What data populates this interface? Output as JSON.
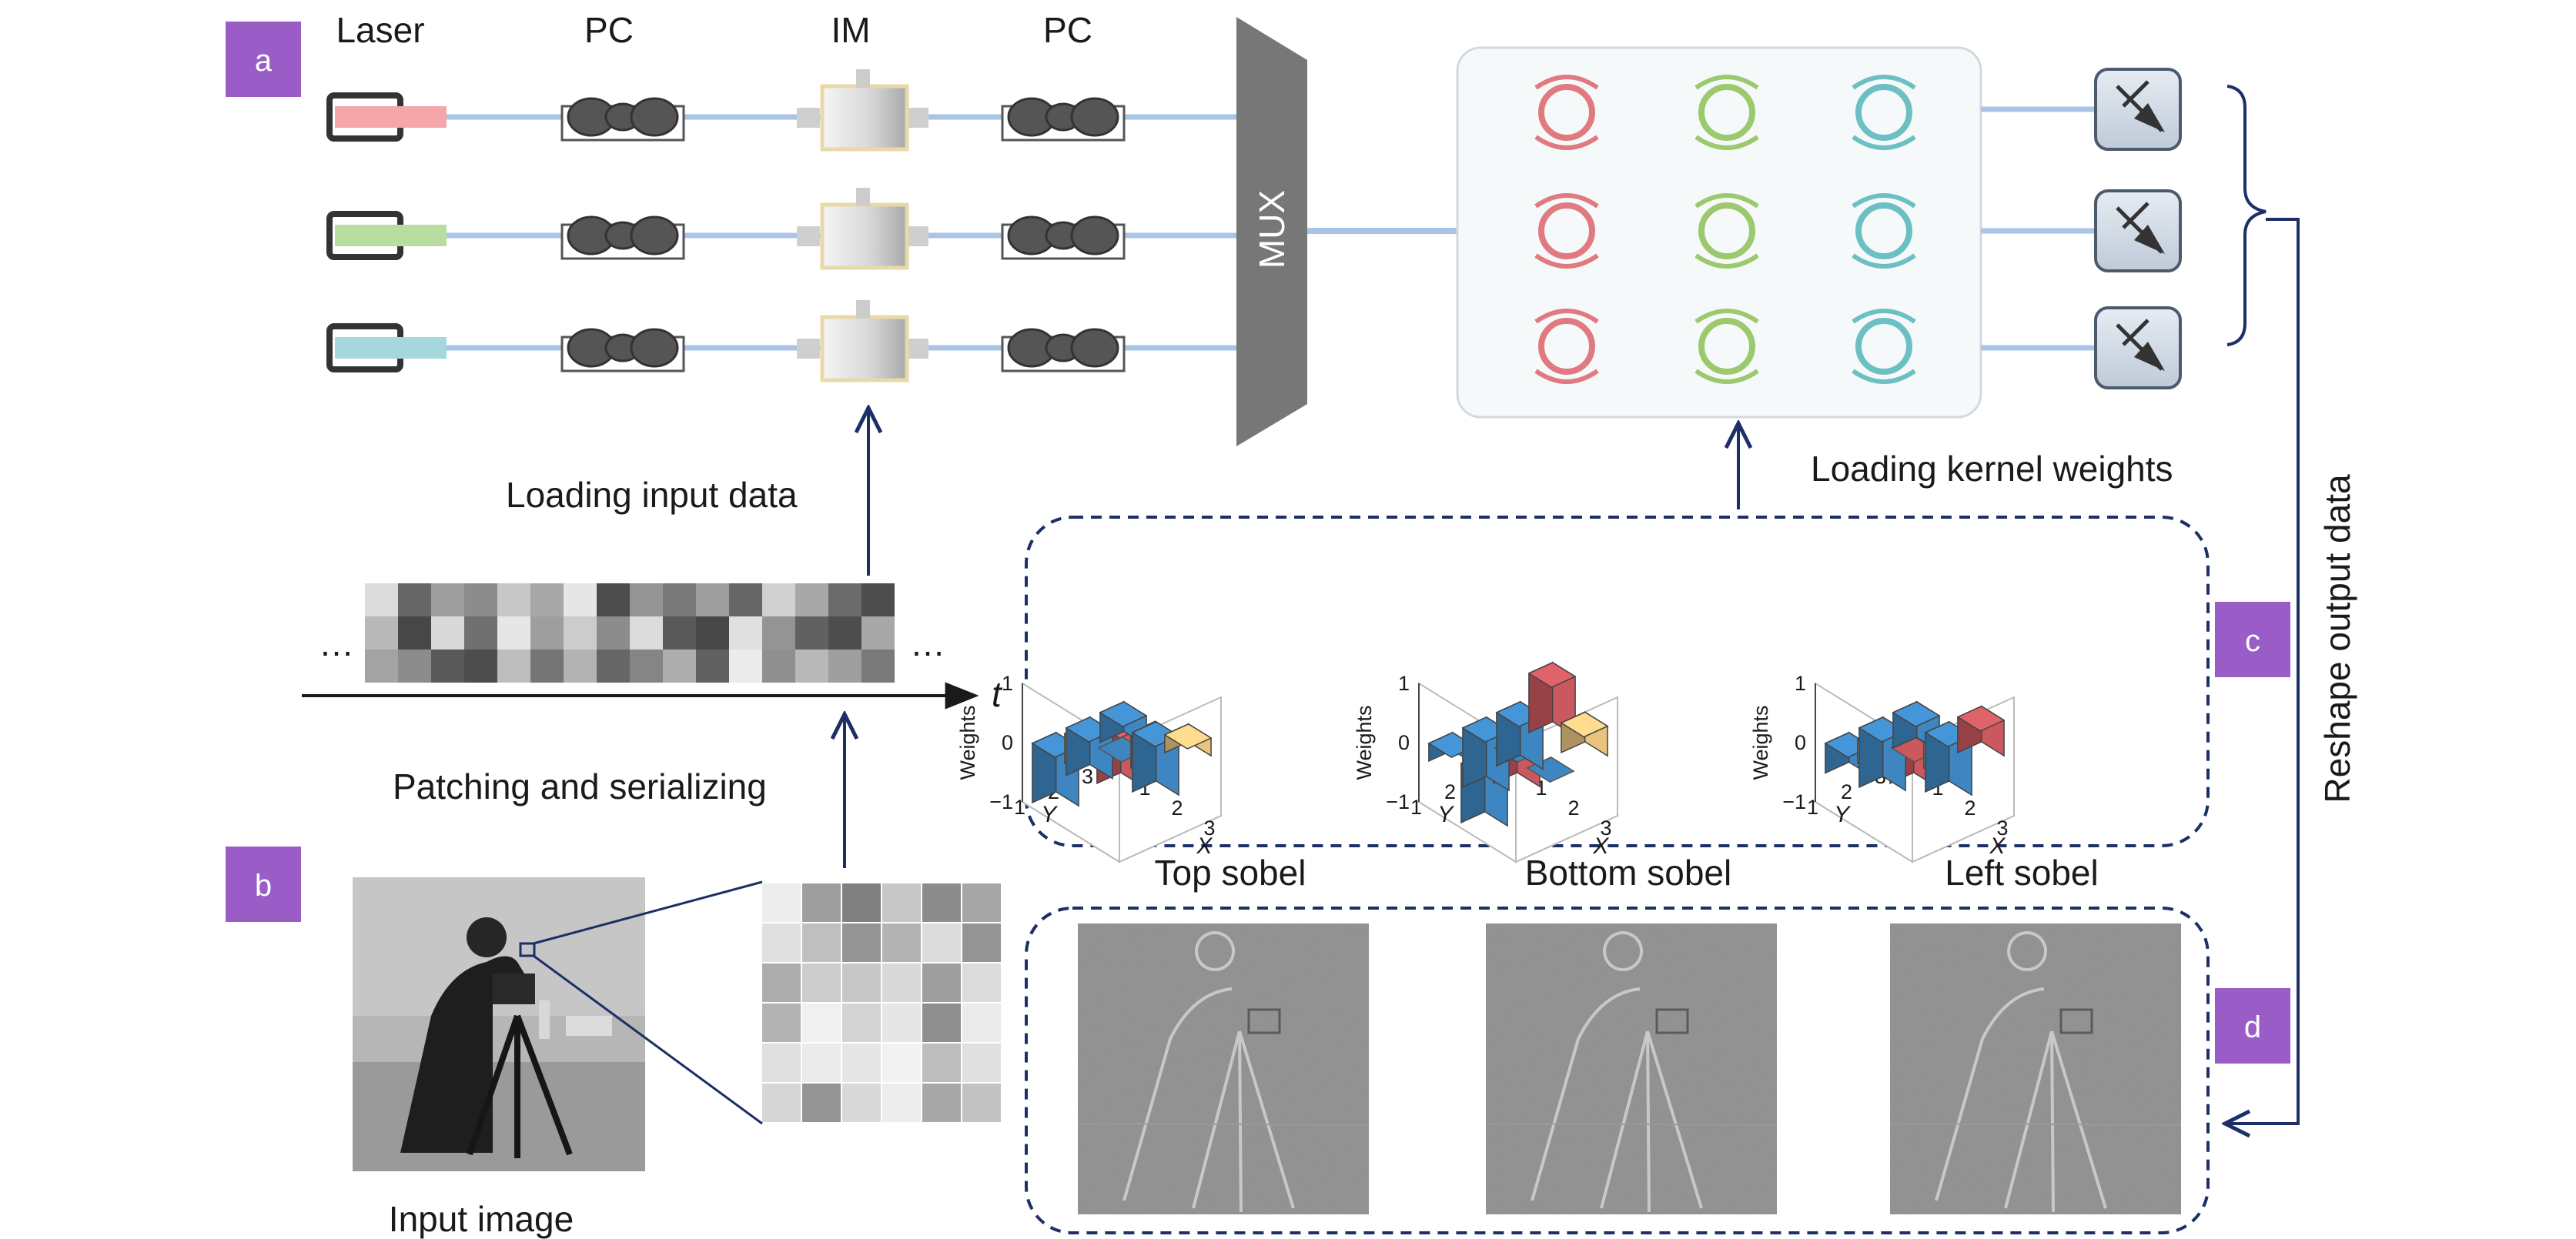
{
  "panels": {
    "a": "a",
    "b": "b",
    "c": "c",
    "d": "d"
  },
  "columns": {
    "laser": "Laser",
    "pc1": "PC",
    "im": "IM",
    "pc2": "PC"
  },
  "mux": "MUX",
  "labels": {
    "loading_input": "Loading input data",
    "patching": "Patching and serializing",
    "input_image": "Input image",
    "loading_kernel": "Loading kernel weights",
    "reshape": "Reshape output data",
    "time_axis": "t",
    "ellipsis_left": "…",
    "ellipsis_right": "…"
  },
  "channel_colors": [
    "#f4a6a8",
    "#b9dca0",
    "#a4d8dc"
  ],
  "ring_colors": [
    "#e07a80",
    "#9cc86e",
    "#6cc0c4"
  ],
  "colors": {
    "accent_purple": "#9a5cc7",
    "navy": "#1c2f66",
    "fiber": "#a9c4e6",
    "bar_blue": "#3e86c1",
    "bar_red": "#c9585f",
    "bar_yellow": "#e9c47f"
  },
  "kernels": [
    {
      "name": "Top sobel",
      "weights": [
        [
          -0.5,
          -1,
          0.3
        ],
        [
          -0.8,
          0,
          0.6
        ],
        [
          -1,
          0.5,
          1
        ]
      ]
    },
    {
      "name": "Bottom sobel",
      "weights": [
        [
          -0.9,
          1,
          0.5
        ],
        [
          -1,
          0,
          0
        ],
        [
          -0.3,
          -1,
          0.6
        ]
      ]
    },
    {
      "name": "Left sobel",
      "weights": [
        [
          -0.6,
          -1,
          0.6
        ],
        [
          -1,
          0,
          0.5
        ],
        [
          -0.5,
          0.4,
          1
        ]
      ]
    }
  ],
  "axes": {
    "weights_label": "Weights",
    "x_label": "X",
    "y_label": "Y",
    "z_ticks": [
      "1",
      "0",
      "−1"
    ],
    "x_ticks": [
      "1",
      "2",
      "3"
    ],
    "y_ticks": [
      "1",
      "2",
      "3"
    ]
  },
  "patch_grid": [
    [
      0.93,
      0.62,
      0.5,
      0.78,
      0.55,
      0.65
    ],
    [
      0.88,
      0.75,
      0.58,
      0.7,
      0.86,
      0.58
    ],
    [
      0.68,
      0.8,
      0.78,
      0.85,
      0.62,
      0.86
    ],
    [
      0.7,
      0.94,
      0.83,
      0.9,
      0.56,
      0.92
    ],
    [
      0.88,
      0.92,
      0.9,
      0.95,
      0.74,
      0.88
    ],
    [
      0.84,
      0.58,
      0.85,
      0.93,
      0.66,
      0.76
    ]
  ],
  "serial_strip": [
    [
      0.86,
      0.4,
      0.62,
      0.55,
      0.78,
      0.66,
      0.9,
      0.3,
      0.58,
      0.47,
      0.62,
      0.4,
      0.82,
      0.66,
      0.42,
      0.3
    ],
    [
      0.72,
      0.28,
      0.85,
      0.44,
      0.9,
      0.62,
      0.8,
      0.55,
      0.86,
      0.35,
      0.28,
      0.88,
      0.58,
      0.38,
      0.3,
      0.66
    ],
    [
      0.64,
      0.55,
      0.35,
      0.3,
      0.74,
      0.46,
      0.7,
      0.4,
      0.52,
      0.68,
      0.38,
      0.92,
      0.56,
      0.72,
      0.62,
      0.48
    ]
  ]
}
